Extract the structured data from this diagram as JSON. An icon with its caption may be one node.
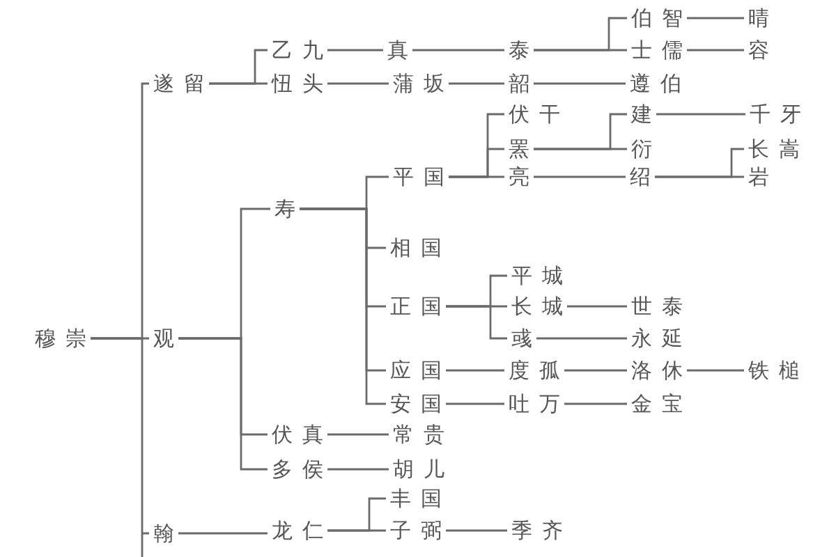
{
  "diagram": {
    "nodes": [
      {
        "text": [
          "穆崇"
        ]
      },
      {
        "text": [
          "遂留"
        ]
      },
      {
        "text": [
          "乙九"
        ]
      },
      {
        "text": [
          "真"
        ]
      },
      {
        "text": [
          "泰"
        ]
      },
      {
        "text": [
          "伯智"
        ]
      },
      {
        "text": [
          "晴"
        ]
      },
      {
        "text": [
          "士儒"
        ]
      },
      {
        "text": [
          "容"
        ]
      },
      {
        "text": [
          "忸头"
        ]
      },
      {
        "text": [
          "蒲坂"
        ]
      },
      {
        "text": [
          "韶"
        ]
      },
      {
        "text": [
          "遵伯"
        ]
      },
      {
        "text": [
          "观"
        ]
      },
      {
        "text": [
          "寿"
        ]
      },
      {
        "text": [
          "平国"
        ]
      },
      {
        "text": [
          "伏干"
        ]
      },
      {
        "text": [
          "罴"
        ]
      },
      {
        "text": [
          "建"
        ]
      },
      {
        "text": [
          "千牙"
        ]
      },
      {
        "text": [
          "衍"
        ]
      },
      {
        "text": [
          "亮"
        ]
      },
      {
        "text": [
          "绍"
        ]
      },
      {
        "text": [
          "长嵩"
        ]
      },
      {
        "text": [
          "岩"
        ]
      },
      {
        "text": [
          "相国"
        ]
      },
      {
        "text": [
          "正国"
        ]
      },
      {
        "text": [
          "平城"
        ]
      },
      {
        "text": [
          "长城"
        ]
      },
      {
        "text": [
          "世泰"
        ]
      },
      {
        "text": [
          "彧"
        ]
      },
      {
        "text": [
          "永延"
        ]
      },
      {
        "text": [
          "应国"
        ]
      },
      {
        "text": [
          "度孤"
        ]
      },
      {
        "text": [
          "洛休"
        ]
      },
      {
        "text": [
          "铁槌"
        ]
      },
      {
        "text": [
          "安国"
        ]
      },
      {
        "text": [
          "吐万"
        ]
      },
      {
        "text": [
          "金宝"
        ]
      },
      {
        "text": [
          "伏真"
        ]
      },
      {
        "text": [
          "常贵"
        ]
      },
      {
        "text": [
          "多侯"
        ]
      },
      {
        "text": [
          "胡儿"
        ]
      },
      {
        "text": [
          "翰"
        ]
      },
      {
        "text": [
          "龙仁"
        ]
      },
      {
        "text": [
          "丰国"
        ]
      },
      {
        "text": [
          "子弼"
        ]
      },
      {
        "text": [
          "季齐"
        ]
      }
    ],
    "edges": [
      {
        "from": 0,
        "to": 1,
        "arrow": "none"
      },
      {
        "from": 0,
        "to": 13,
        "arrow": "none"
      },
      {
        "from": 0,
        "to": 43,
        "arrow": "none"
      },
      {
        "from": 1,
        "to": 2,
        "arrow": "none"
      },
      {
        "from": 1,
        "to": 9,
        "arrow": "none"
      },
      {
        "from": 2,
        "to": 3,
        "arrow": "none"
      },
      {
        "from": 3,
        "to": 4,
        "arrow": "none"
      },
      {
        "from": 4,
        "to": 5,
        "arrow": "none"
      },
      {
        "from": 4,
        "to": 7,
        "arrow": "none"
      },
      {
        "from": 5,
        "to": 6,
        "arrow": "none"
      },
      {
        "from": 7,
        "to": 8,
        "arrow": "none"
      },
      {
        "from": 9,
        "to": 10,
        "arrow": "none"
      },
      {
        "from": 10,
        "to": 11,
        "arrow": "none"
      },
      {
        "from": 11,
        "to": 12,
        "arrow": "none"
      },
      {
        "from": 13,
        "to": 14,
        "arrow": "none"
      },
      {
        "from": 13,
        "to": 39,
        "arrow": "none"
      },
      {
        "from": 13,
        "to": 41,
        "arrow": "none"
      },
      {
        "from": 14,
        "to": 15,
        "arrow": "none"
      },
      {
        "from": 14,
        "to": 25,
        "arrow": "none"
      },
      {
        "from": 14,
        "to": 26,
        "arrow": "none"
      },
      {
        "from": 14,
        "to": 32,
        "arrow": "none"
      },
      {
        "from": 14,
        "to": 36,
        "arrow": "none"
      },
      {
        "from": 15,
        "to": 16,
        "arrow": "none"
      },
      {
        "from": 15,
        "to": 17,
        "arrow": "none"
      },
      {
        "from": 15,
        "to": 21,
        "arrow": "none"
      },
      {
        "from": 17,
        "to": 18,
        "arrow": "none"
      },
      {
        "from": 17,
        "to": 20,
        "arrow": "none"
      },
      {
        "from": 18,
        "to": 19,
        "arrow": "none"
      },
      {
        "from": 21,
        "to": 22,
        "arrow": "none"
      },
      {
        "from": 22,
        "to": 23,
        "arrow": "none"
      },
      {
        "from": 22,
        "to": 24,
        "arrow": "none"
      },
      {
        "from": 26,
        "to": 27,
        "arrow": "none"
      },
      {
        "from": 26,
        "to": 28,
        "arrow": "none"
      },
      {
        "from": 26,
        "to": 30,
        "arrow": "none"
      },
      {
        "from": 28,
        "to": 29,
        "arrow": "none"
      },
      {
        "from": 30,
        "to": 31,
        "arrow": "none"
      },
      {
        "from": 32,
        "to": 33,
        "arrow": "none"
      },
      {
        "from": 33,
        "to": 34,
        "arrow": "none"
      },
      {
        "from": 34,
        "to": 35,
        "arrow": "none"
      },
      {
        "from": 36,
        "to": 37,
        "arrow": "none"
      },
      {
        "from": 37,
        "to": 38,
        "arrow": "none"
      },
      {
        "from": 39,
        "to": 40,
        "arrow": "none"
      },
      {
        "from": 41,
        "to": 42,
        "arrow": "none"
      },
      {
        "from": 43,
        "to": 44,
        "arrow": "none"
      },
      {
        "from": 44,
        "to": 45,
        "arrow": "none"
      },
      {
        "from": 44,
        "to": 46,
        "arrow": "none"
      },
      {
        "from": 46,
        "to": 47,
        "arrow": "none"
      }
    ]
  }
}
